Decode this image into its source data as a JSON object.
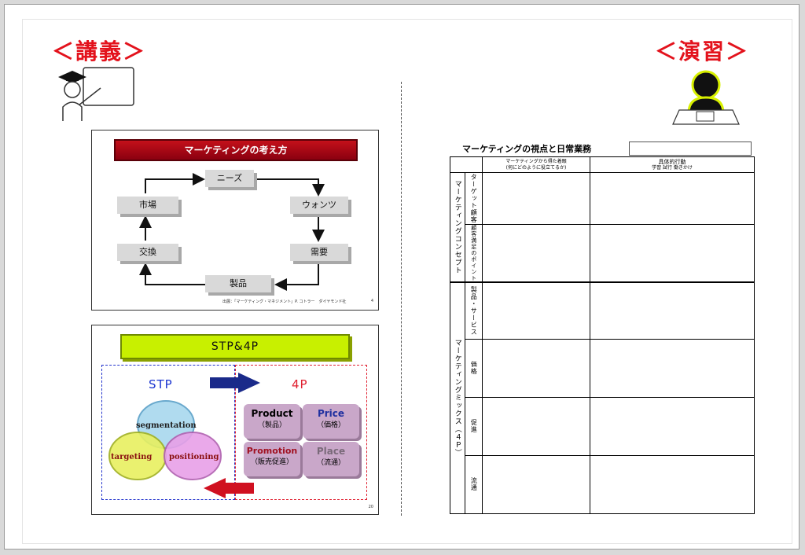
{
  "left_header": "＜講義＞",
  "right_header": "＜演習＞",
  "slide1": {
    "title": "マーケティングの考え方",
    "nodes": [
      "ニーズ",
      "ウォンツ",
      "需要",
      "製品",
      "交換",
      "市場"
    ],
    "source": "出展：「マーケティング・マネジメント」P. コトラー　ダイヤモンド社",
    "page": "4"
  },
  "slide2": {
    "title": "STP&4P",
    "stp_label": "STP",
    "p4_label": "4P",
    "circles": [
      "segmentation",
      "targeting",
      "positioning"
    ],
    "cards": [
      {
        "en": "Product",
        "jp": "（製品）"
      },
      {
        "en": "Price",
        "jp": "（価格）"
      },
      {
        "en": "Promotion",
        "jp": "（販売促進）"
      },
      {
        "en": "Place",
        "jp": "（流通）"
      }
    ],
    "page": "20"
  },
  "worksheet": {
    "title": "マーケティングの視点と日常業務",
    "col1_head": "マーケティングから得た着眼",
    "col1_sub": "(何にどのように役立てるか)",
    "col2_head": "具体的行動",
    "col2_sub": "学習 試行 働きかけ",
    "group1": "マーケティングコンセプト",
    "group1_rows": [
      "ターゲット顧客",
      "顧客満足のポイント"
    ],
    "group2": "マーケティングミックス（４Ｐ）",
    "group2_rows": [
      "製品・サービス",
      "価格",
      "促進",
      "流通"
    ]
  },
  "colors": {
    "header_red": "#e3121c",
    "title_red": "#c0101a",
    "title_green": "#c8f000"
  }
}
